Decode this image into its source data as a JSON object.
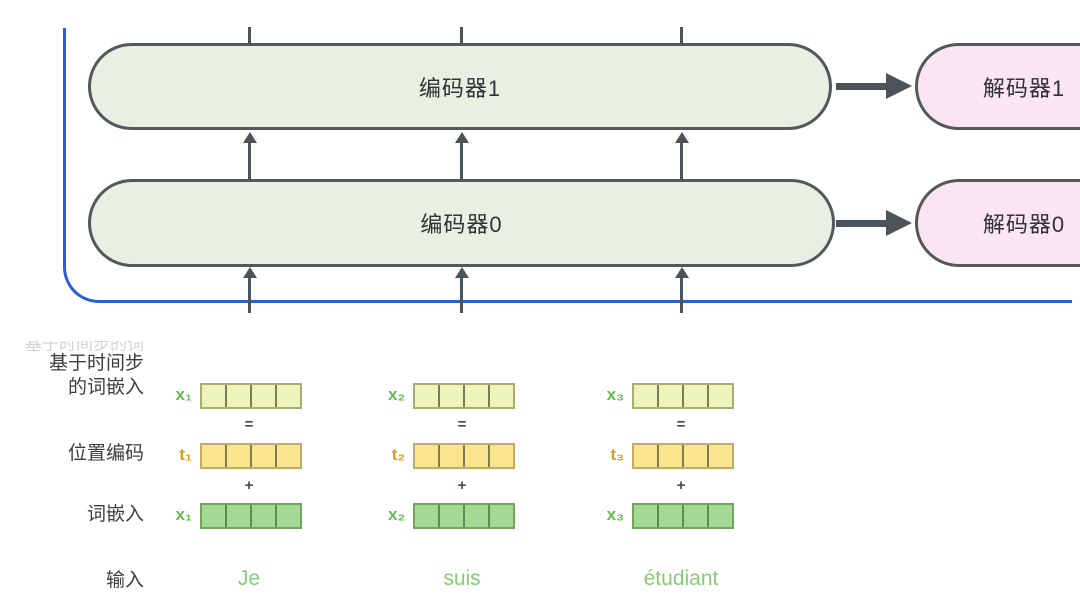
{
  "colors": {
    "encoder_fill": "#e7f0e2",
    "decoder_fill": "#fbe5f0",
    "box_border": "#53585b",
    "arrow": "#4d5459",
    "path_blue": "#2c5dd8",
    "timestep_cell": "#edf4ba",
    "timestep_border": "#a9ad72",
    "position_cell": "#fae58f",
    "position_border": "#c3aa6b",
    "embedding_cell": "#a5d893",
    "embedding_border": "#74a361",
    "x_label": "#63bd4e",
    "t_label": "#d4a017",
    "word": "#8ac97a",
    "label_text": "#3a3e40"
  },
  "boxes": {
    "encoder1": "编码器1",
    "encoder0": "编码器0",
    "decoder1": "解码器1",
    "decoder0": "解码器0"
  },
  "row_labels": {
    "timestep_line1": "基于时间步",
    "timestep_line2": "的词嵌入",
    "ghost": "基于时间步的词嵌入",
    "position": "位置编码",
    "embedding": "词嵌入",
    "input": "输入"
  },
  "operators": {
    "equals": "=",
    "plus": "+"
  },
  "columns": [
    {
      "timestep_label": "x₁",
      "position_label": "t₁",
      "embedding_label": "x₁",
      "word": "Je"
    },
    {
      "timestep_label": "x₂",
      "position_label": "t₂",
      "embedding_label": "x₂",
      "word": "suis"
    },
    {
      "timestep_label": "x₃",
      "position_label": "t₃",
      "embedding_label": "x₃",
      "word": "étudiant"
    }
  ]
}
